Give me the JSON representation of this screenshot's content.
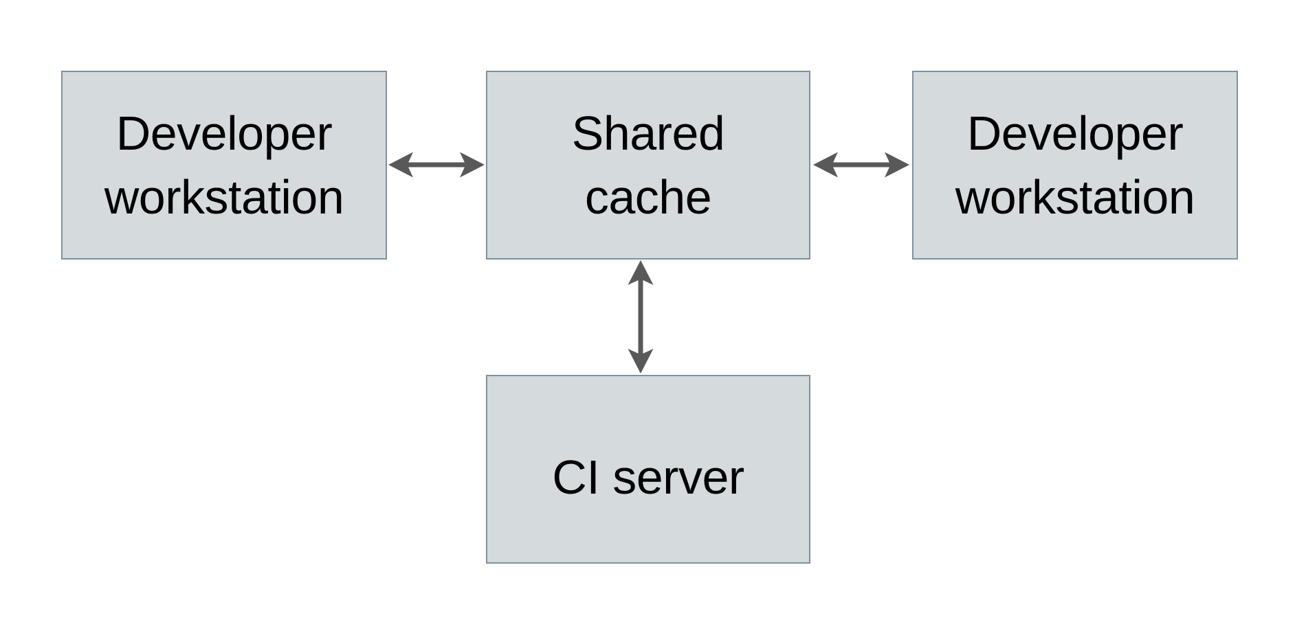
{
  "diagram": {
    "type": "architecture-diagram",
    "nodes": [
      {
        "id": "developer-workstation-left",
        "label": "Developer\nworkstation"
      },
      {
        "id": "shared-cache",
        "label": "Shared\ncache"
      },
      {
        "id": "developer-workstation-right",
        "label": "Developer\nworkstation"
      },
      {
        "id": "ci-server",
        "label": "CI server"
      }
    ],
    "edges": [
      {
        "from": "developer-workstation-left",
        "to": "shared-cache",
        "direction": "bidirectional",
        "orientation": "horizontal"
      },
      {
        "from": "shared-cache",
        "to": "developer-workstation-right",
        "direction": "bidirectional",
        "orientation": "horizontal"
      },
      {
        "from": "shared-cache",
        "to": "ci-server",
        "direction": "bidirectional",
        "orientation": "vertical"
      }
    ],
    "colors": {
      "background": "#ffffff",
      "node_fill": "#d5dadd",
      "node_border": "#7e929c",
      "arrow": "#595959",
      "text": "#000000"
    }
  }
}
